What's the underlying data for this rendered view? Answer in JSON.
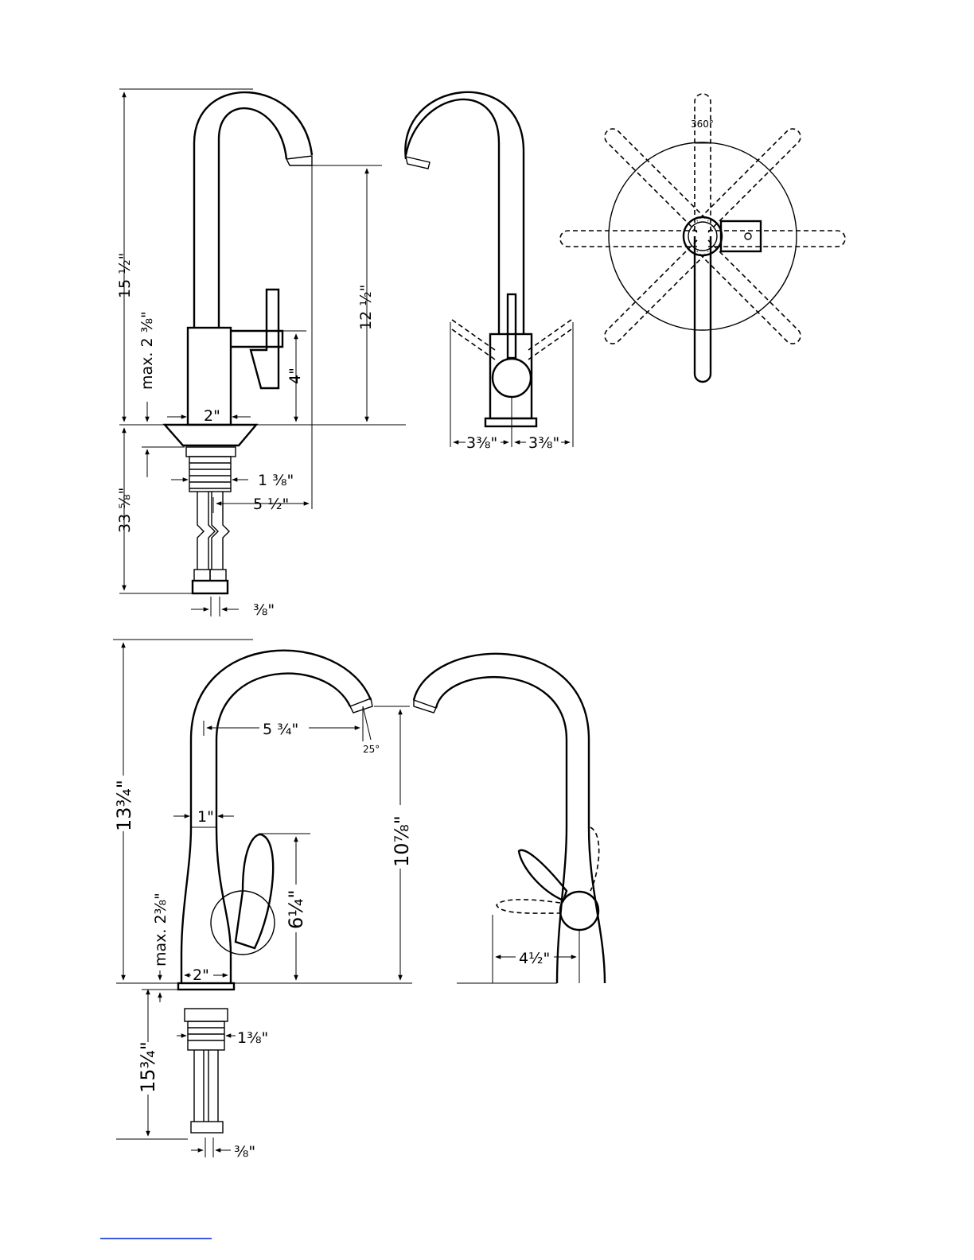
{
  "dimensions_top": {
    "overall_height": "15 ½\"",
    "max_deck": "max. 2 ⅜\"",
    "spout_height": "12 ½\"",
    "handle_height": "4\"",
    "base_width": "2\"",
    "shank": "1 ⅜\"",
    "reach": "5 ½\"",
    "hose_length": "33 ⅝\"",
    "connector": "⅜\"",
    "side_left": "3⅜\"",
    "side_right": "3⅜\"",
    "rotation": "360°"
  },
  "dimensions_bottom": {
    "overall_height": "13¾\"",
    "reach": "5 ¾\"",
    "angle": "25°",
    "neck_width": "1\"",
    "max_deck": "max. 2⅜\"",
    "handle_height": "6¼\"",
    "spout_height": "10⅞\"",
    "base_width": "2\"",
    "shank": "1⅜\"",
    "hose_length": "15¾\"",
    "connector": "⅜\"",
    "handle_reach": "4½\""
  },
  "colors": {
    "line": "#000000",
    "background": "#ffffff",
    "link": "#3b5bdb"
  }
}
